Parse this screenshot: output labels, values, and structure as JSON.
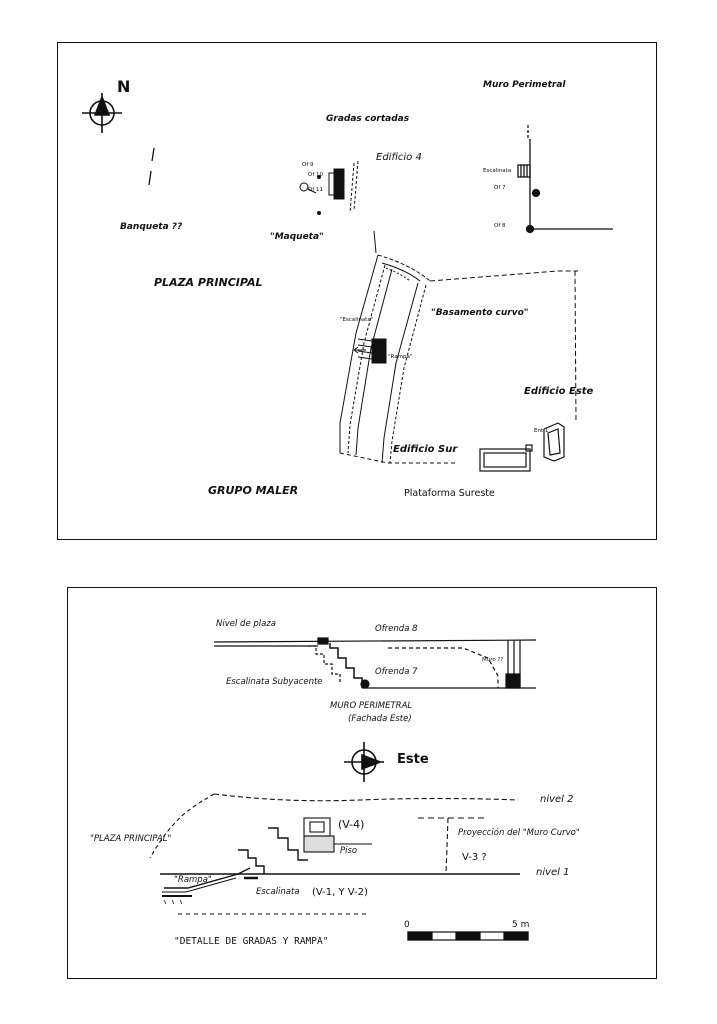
{
  "plan": {
    "north": "N",
    "labels": {
      "muro_perimetral": "Muro Perimetral",
      "gradas_cortadas": "Gradas cortadas",
      "edificio_4": "Edificio 4",
      "banqueta": "Banqueta ??",
      "maqueta": "\"Maqueta\"",
      "plaza_principal": "PLAZA PRINCIPAL",
      "basamento_curvo": "\"Basamento curvo\"",
      "escalinata_q": "\"Escalinata\"",
      "rampa_q": "\"Rampa\"",
      "edificio_este": "Edificio Este",
      "edificio_sur": "Edificio Sur",
      "grupo_maler": "GRUPO MALER",
      "plataforma_sureste": "Plataforma Sureste"
    },
    "small_labels": {
      "of10": "Of 10",
      "of11": "Of 11",
      "of9": "Of 9",
      "escalinata": "Escalinata",
      "of7": "Of 7",
      "of8": "Of 8",
      "ent1": "Ent 1"
    }
  },
  "section": {
    "east": "Este",
    "labels": {
      "nivel_plaza": "Nivel de plaza",
      "ofrenda_8": "Ofrenda 8",
      "muro_q": "Muro ??",
      "escalinata_subyacente": "Escalinata Subyacente",
      "ofrenda_7": "Ofrenda 7",
      "muro_perimetral": "MURO PERIMETRAL",
      "fachada_este": "(Fachada Este)",
      "nivel_2": "nivel 2",
      "nivel_1": "nivel 1",
      "plaza_principal": "\"PLAZA PRINCIPAL\"",
      "v4": "(V-4)",
      "piso": "Piso",
      "proyeccion": "Proyección del \"Muro Curvo\"",
      "v3": "V-3 ?",
      "rampa": "\"Rampa\"",
      "escalinata": "Escalinata",
      "v1v2": "(V-1, Y V-2)",
      "detalle": "\"DETALLE DE GRADAS Y RAMPA\""
    },
    "scale": {
      "zero": "0",
      "max": "5 m"
    }
  }
}
